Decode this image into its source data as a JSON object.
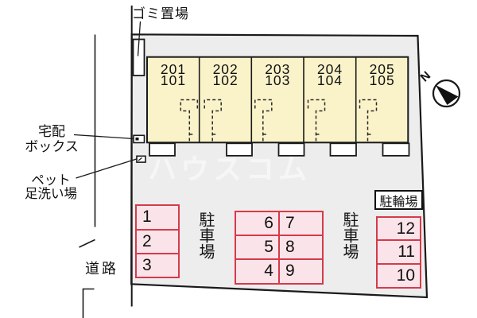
{
  "plan": {
    "garbage_area_label": "ゴミ置場",
    "delivery_box_label_line1": "宅配",
    "delivery_box_label_line2": "ボックス",
    "pet_wash_label_line1": "ペット",
    "pet_wash_label_line2": "足洗い場",
    "road_label": "道路",
    "watermark": "ハウスコム",
    "compass_north": "N"
  },
  "building": {
    "units": [
      {
        "upper": "201",
        "lower": "101"
      },
      {
        "upper": "202",
        "lower": "102"
      },
      {
        "upper": "203",
        "lower": "103"
      },
      {
        "upper": "204",
        "lower": "104"
      },
      {
        "upper": "205",
        "lower": "105"
      }
    ]
  },
  "parking": {
    "car_label": "駐車場",
    "left_stalls": [
      "1",
      "2",
      "3"
    ],
    "middle_left_col": [
      "6",
      "5",
      "4"
    ],
    "middle_right_col": [
      "7",
      "8",
      "9"
    ]
  },
  "bicycle": {
    "label": "駐輪場",
    "stalls": [
      "12",
      "11",
      "10"
    ]
  },
  "colors": {
    "site_fill": "#EDEDEE",
    "building_fill": "#FAF3C9",
    "stall_fill": "#FBE4E9",
    "stall_border": "#D63A4A",
    "line": "#1A1A1A"
  }
}
